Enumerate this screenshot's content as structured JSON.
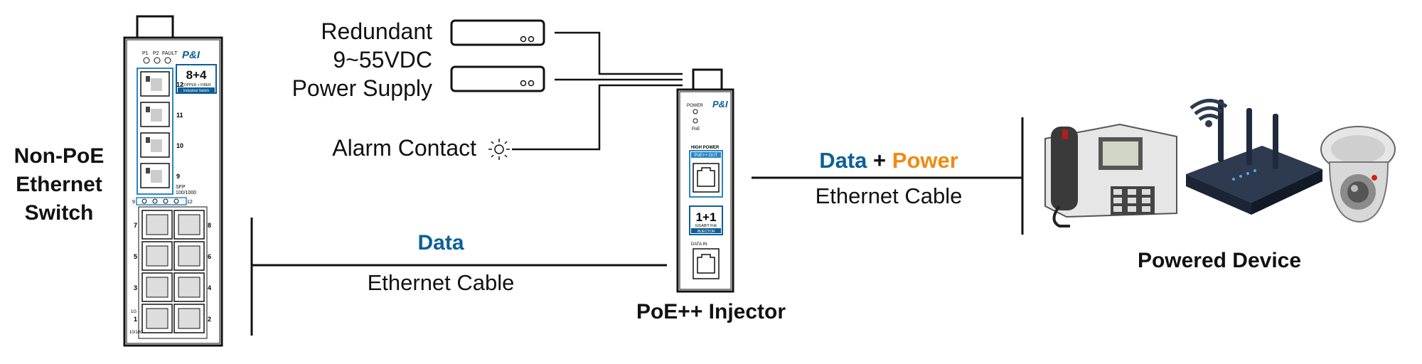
{
  "switch": {
    "label_lines": [
      "Non-PoE",
      "Ethernet",
      "Switch"
    ],
    "brand": "P&I",
    "leds": [
      "P1",
      "P2",
      "FAULT"
    ],
    "badge_main": "8+4",
    "badge_sub": "COPPER + FIBER",
    "badge_sub2": "Industrial Switch",
    "sfp_ports": [
      "12",
      "11",
      "10",
      "9"
    ],
    "sfp_label": "SFP",
    "sfp_speed": "100/1000",
    "port_numbers_left": [
      "7",
      "5",
      "3",
      "1"
    ],
    "port_numbers_right": [
      "8",
      "6",
      "4",
      "2"
    ],
    "speed_1g": "1G",
    "speed_10_100": "10/100",
    "sfp_led_ends": [
      "9",
      "12"
    ]
  },
  "power_supply": {
    "label_lines": [
      "Redundant",
      "9~55VDC",
      "Power Supply"
    ]
  },
  "alarm": {
    "label": "Alarm Contact"
  },
  "link_left": {
    "title": "Data",
    "subtitle": "Ethernet Cable"
  },
  "link_right": {
    "title_data": "Data",
    "title_plus": "+",
    "title_power": "Power",
    "subtitle": "Ethernet Cable"
  },
  "injector": {
    "label": "PoE++ Injector",
    "brand": "P&I",
    "led_power": "POWER",
    "led_poe": "PoE",
    "high_power": "HIGH POWER",
    "port_out": "PoE++ OUT",
    "badge_main": "1+1",
    "badge_sub": "GIGABIT PoE",
    "badge_sub2": "INJECTOR",
    "port_in": "DATA IN"
  },
  "powered_device": {
    "label": "Powered Device"
  },
  "colors": {
    "data": "#0d5f98",
    "power": "#f08a12",
    "line": "#1a1a1a",
    "brand_blue": "#0d5f98"
  }
}
